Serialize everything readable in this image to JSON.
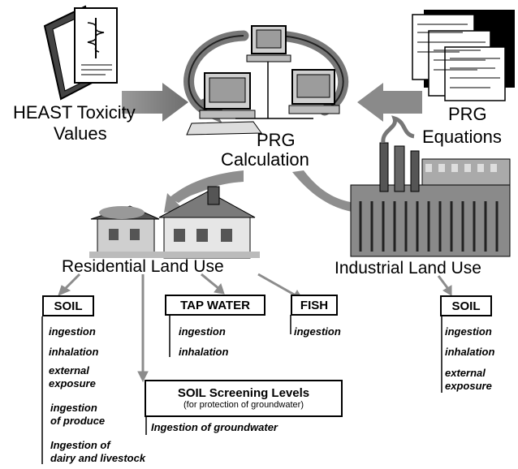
{
  "top": {
    "heast_line1": "HEAST Toxicity",
    "heast_line2": "Values",
    "prg_eq_line1": "PRG",
    "prg_eq_line2": "Equations",
    "prg_calc_line1": "PRG",
    "prg_calc_line2": "Calculation"
  },
  "land_use": {
    "residential": "Residential Land Use",
    "industrial": "Industrial Land Use"
  },
  "boxes": {
    "soil_res": "SOIL",
    "tap_water": "TAP WATER",
    "fish": "FISH",
    "soil_ind": "SOIL",
    "ssl_title": "SOIL Screening Levels",
    "ssl_sub": "(for protection of groundwater)"
  },
  "pathways": {
    "soil_res": [
      "ingestion",
      "inhalation",
      "external",
      "exposure",
      "ingestion",
      "of produce",
      "Ingestion of",
      "dairy and livestock"
    ],
    "tap_water": [
      "ingestion",
      "inhalation"
    ],
    "fish": [
      "ingestion"
    ],
    "soil_ind": [
      "ingestion",
      "inhalation",
      "external",
      "exposure"
    ],
    "ssl": [
      "Ingestion of groundwater"
    ]
  }
}
